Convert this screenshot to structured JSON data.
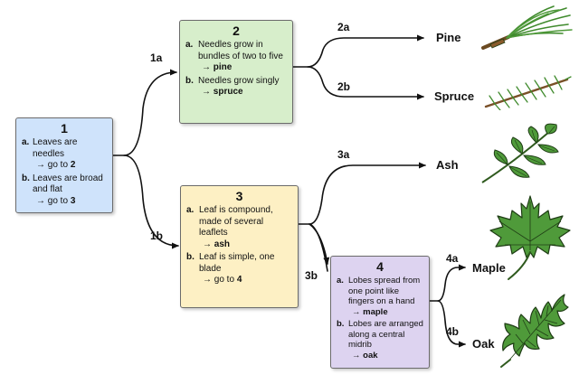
{
  "keys": [
    {
      "number": "1",
      "options": [
        {
          "letter": "a.",
          "text": "Leaves are needles",
          "action": "→ go to",
          "target": "2"
        },
        {
          "letter": "b.",
          "text": "Leaves are broad and flat",
          "action": "→ go to",
          "target": "3"
        }
      ]
    },
    {
      "number": "2",
      "options": [
        {
          "letter": "a.",
          "text": "Needles grow in bundles of two to five",
          "action": "→",
          "target": "pine"
        },
        {
          "letter": "b.",
          "text": "Needles grow singly",
          "action": "→",
          "target": "spruce"
        }
      ]
    },
    {
      "number": "3",
      "options": [
        {
          "letter": "a.",
          "text": "Leaf is compound, made of several leaflets",
          "action": "→",
          "target": "ash"
        },
        {
          "letter": "b.",
          "text": "Leaf is simple, one blade",
          "action": "→ go to",
          "target": "4"
        }
      ]
    },
    {
      "number": "4",
      "options": [
        {
          "letter": "a.",
          "text": "Lobes spread from one point like fingers on a hand",
          "action": "→",
          "target": "maple"
        },
        {
          "letter": "b.",
          "text": "Lobes are arranged along a central midrib",
          "action": "→",
          "target": "oak"
        }
      ]
    }
  ],
  "branch_labels": [
    "1a",
    "1b",
    "2a",
    "2b",
    "3a",
    "3b",
    "4a",
    "4b"
  ],
  "species": [
    "Pine",
    "Spruce",
    "Ash",
    "Maple",
    "Oak"
  ],
  "leaf_icons": [
    "pine-needles-icon",
    "spruce-twig-icon",
    "ash-leaf-icon",
    "maple-leaf-icon",
    "oak-leaf-icon"
  ],
  "colors": {
    "key1": "#cfe3fb",
    "key2": "#d7eecb",
    "key3": "#fdf0c4",
    "key4": "#ddd3f0",
    "leaf_green": "#4f9a3a",
    "leaf_outline": "#1f3d15"
  }
}
